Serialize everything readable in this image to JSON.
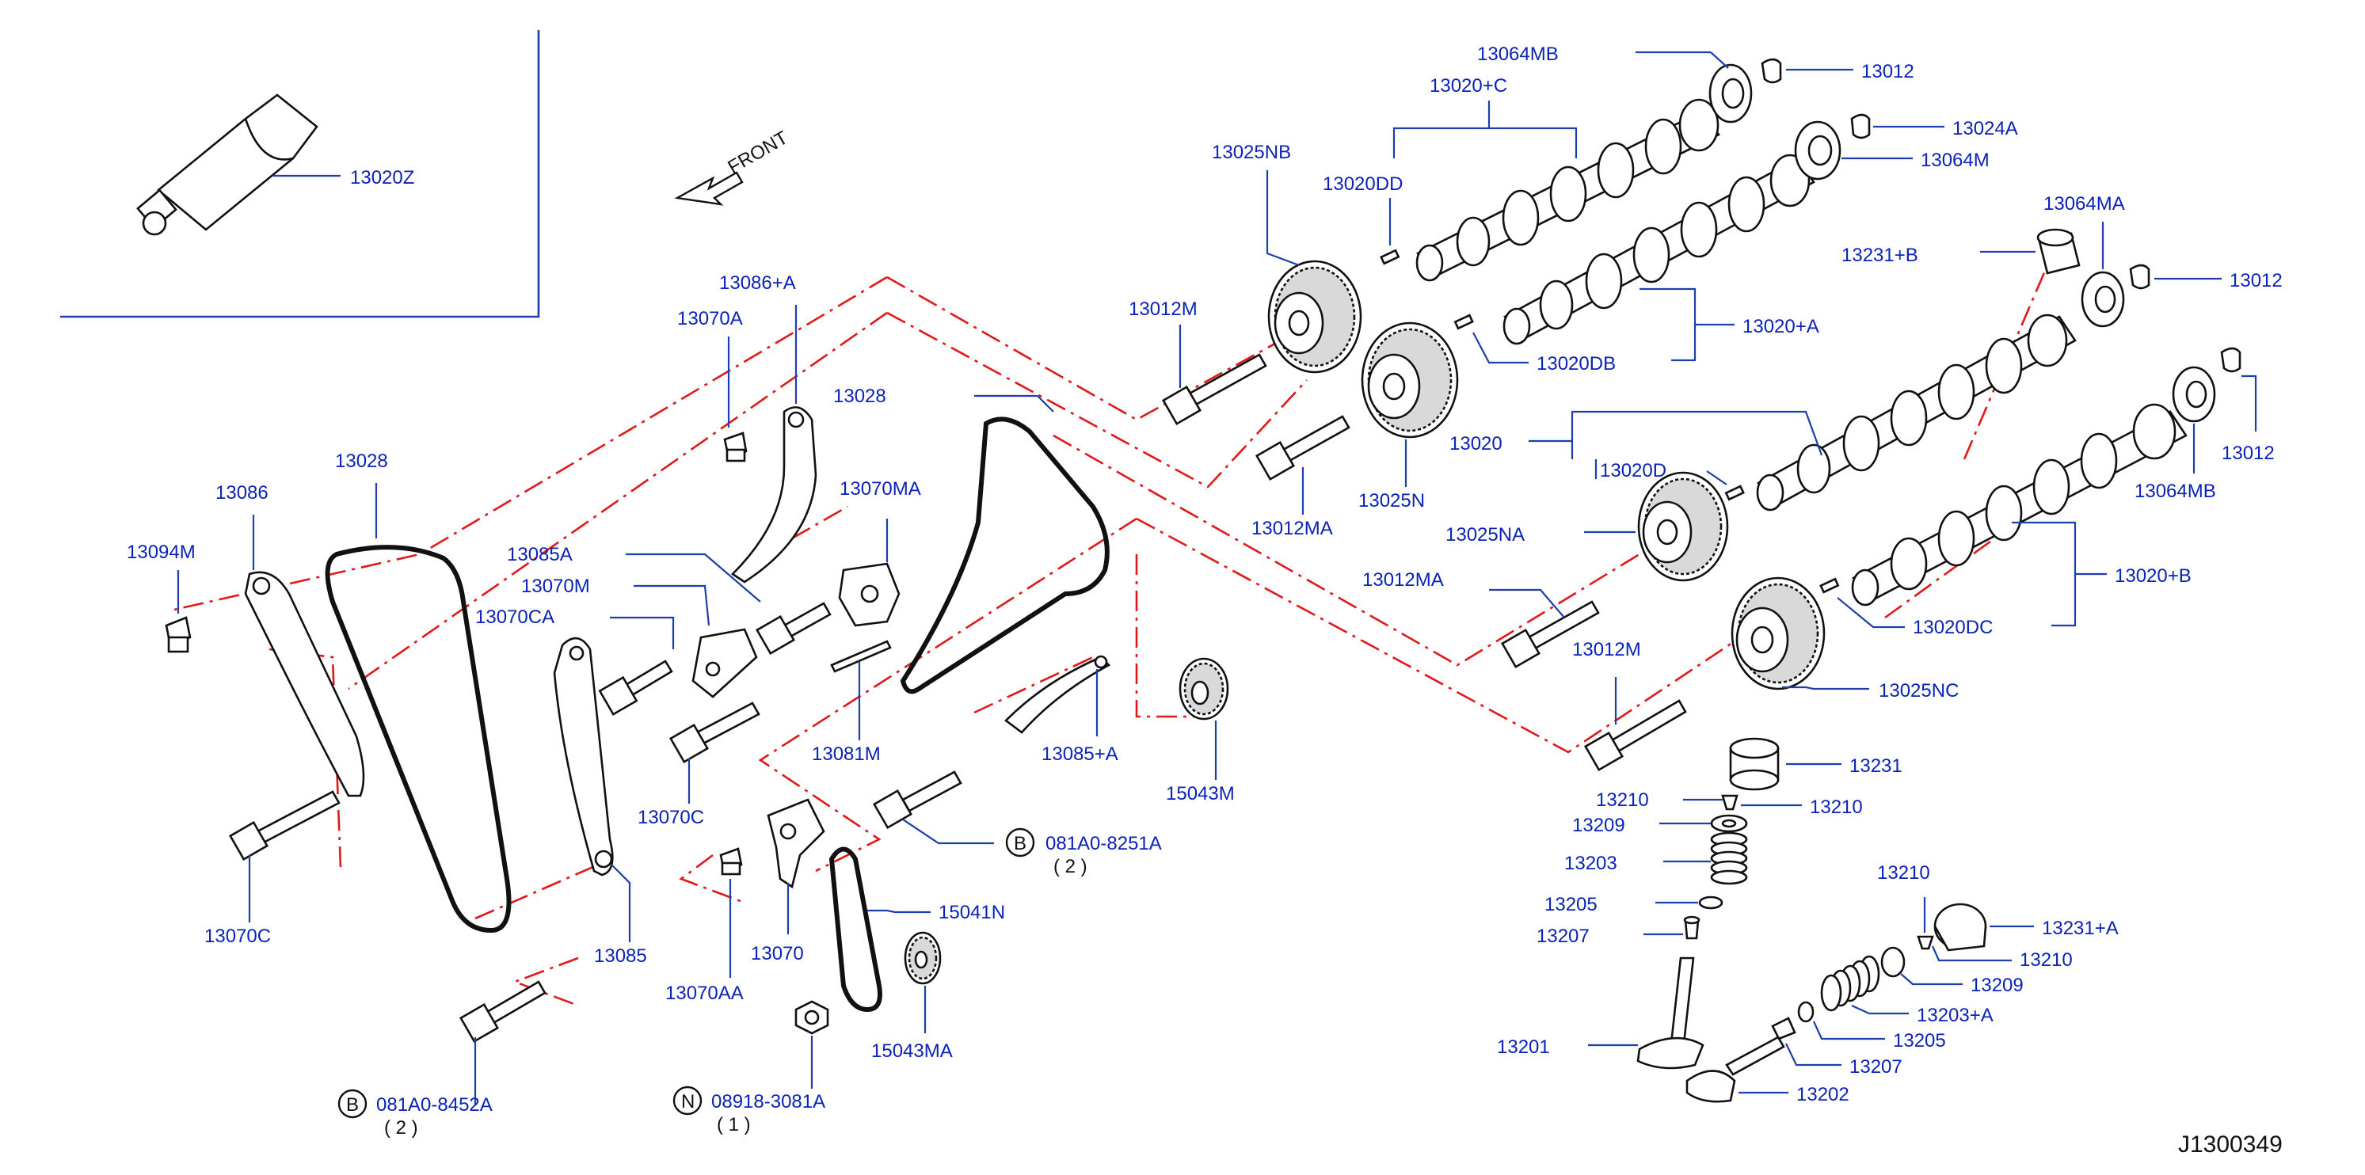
{
  "diagram_code": "J1300349",
  "front_label": "FRONT",
  "labels": {
    "l13020Z": "13020Z",
    "l13064MB_top": "13064MB",
    "l13012_top": "13012",
    "l13020C": "13020+C",
    "l13024A": "13024A",
    "l13025NB": "13025NB",
    "l13064M": "13064M",
    "l13020DD": "13020DD",
    "l13064MA": "13064MA",
    "l13231B": "13231+B",
    "l13012_mid": "13012",
    "l13086A": "13086+A",
    "l13012M_top": "13012M",
    "l13020A": "13020+A",
    "l13070A": "13070A",
    "l13020DB": "13020DB",
    "l13028_mid": "13028",
    "l13028_left": "13028",
    "l13020": "13020",
    "l13012_right": "13012",
    "l13086": "13086",
    "l13020D": "13020D",
    "l13070MA": "13070MA",
    "l13025N": "13025N",
    "l13064MB_right": "13064MB",
    "l13012MA_mid": "13012MA",
    "l13094M": "13094M",
    "l13025NA": "13025NA",
    "l13085A": "13085A",
    "l13070M": "13070M",
    "l13012MA_right": "13012MA",
    "l13020B": "13020+B",
    "l13070CA": "13070CA",
    "l13020DC": "13020DC",
    "l13012M_right": "13012M",
    "l13025NC": "13025NC",
    "l13081M": "13081M",
    "l13085plusA": "13085+A",
    "l13231": "13231",
    "l15043M": "15043M",
    "l13210_a": "13210",
    "l13210_b": "13210",
    "l13070C": "13070C",
    "l13209": "13209",
    "l081A0_8251A": "081A0-8251A",
    "l081A0_8251A_qty": "( 2 )",
    "l13203": "13203",
    "l13210_c": "13210",
    "l13205": "13205",
    "l15041N": "15041N",
    "l13231A": "13231+A",
    "l13070C_left": "13070C",
    "l13207": "13207",
    "l13085": "13085",
    "l13070": "13070",
    "l13210_d": "13210",
    "l13209_b": "13209",
    "l13070AA": "13070AA",
    "l13203A": "13203+A",
    "l15043MA": "15043MA",
    "l13201": "13201",
    "l13205_b": "13205",
    "l13207_b": "13207",
    "l13202": "13202",
    "l081A0_8452A": "081A0-8452A",
    "l081A0_8452A_qty": "( 2 )",
    "l08918_3081A": "08918-3081A",
    "l08918_3081A_qty": "( 1 )",
    "badge_B1": "B",
    "badge_B2": "B",
    "badge_N": "N"
  }
}
